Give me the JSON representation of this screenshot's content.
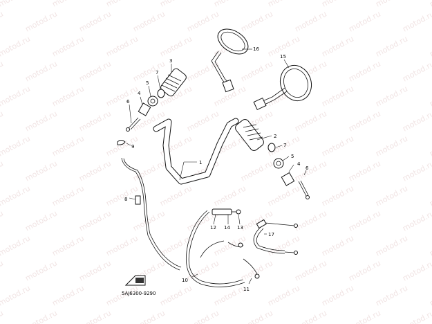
{
  "diagram": {
    "watermark": "motod.ru",
    "code": "5AJ6300-9290",
    "callouts": [
      "1",
      "2",
      "3",
      "4",
      "5",
      "6",
      "7",
      "8",
      "9",
      "10",
      "11",
      "12",
      "13",
      "14",
      "15",
      "16",
      "17"
    ]
  }
}
